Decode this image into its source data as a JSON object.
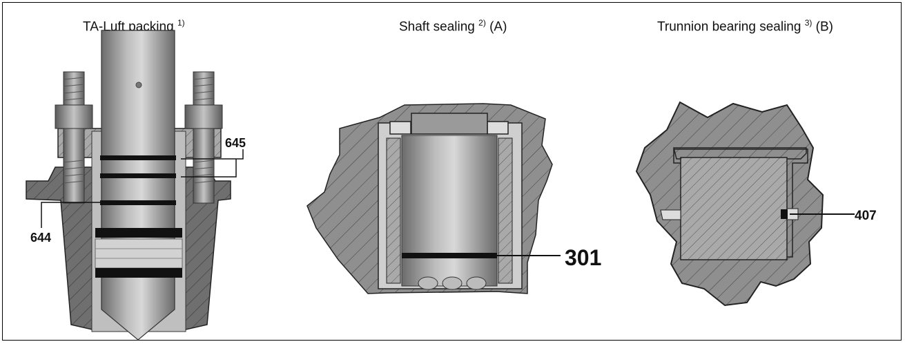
{
  "panels": [
    {
      "title": "TA-Luft packing",
      "sup": "1)",
      "suffix": ""
    },
    {
      "title": "Shaft sealing",
      "sup": "2)",
      "suffix": " (A)"
    },
    {
      "title": "Trunnion bearing sealing",
      "sup": "3)",
      "suffix": " (B)"
    }
  ],
  "callouts": {
    "c645": "645",
    "c644": "644",
    "c301": "301",
    "c407": "407"
  },
  "colors": {
    "steel": "#8a8a8a",
    "section": "#6e6e6e",
    "ring": "#111111",
    "border": "#000000"
  }
}
